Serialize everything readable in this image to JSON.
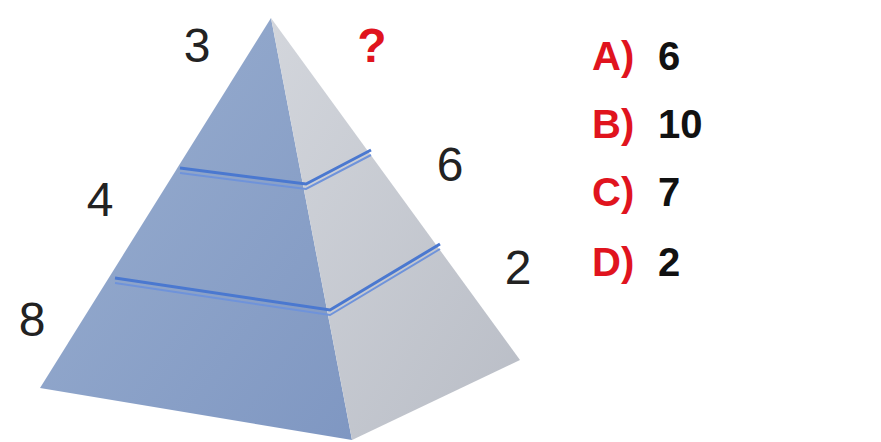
{
  "diagram": {
    "labels": [
      "3",
      "?",
      "6",
      "4",
      "2",
      "8",
      "A)",
      "6",
      "B)",
      "10",
      "C)",
      "7",
      "D)",
      "2"
    ]
  }
}
